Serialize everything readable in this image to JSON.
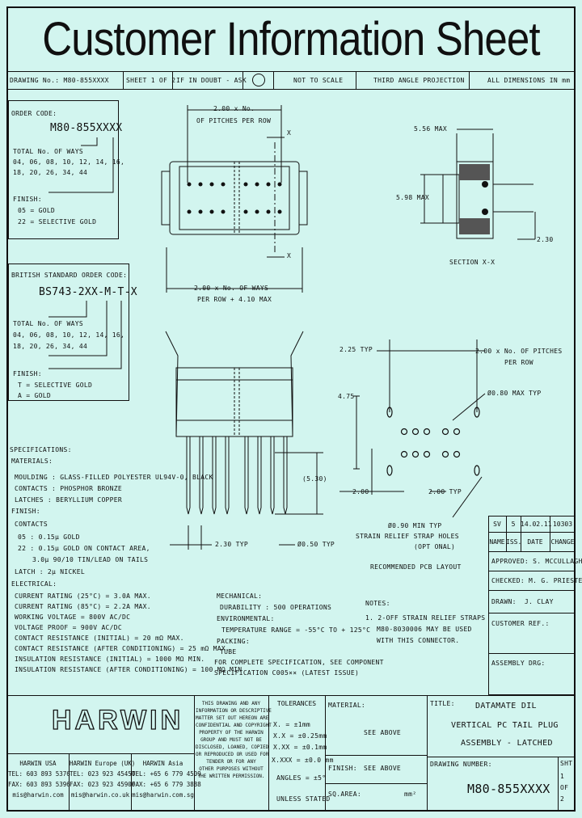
{
  "title": "Customer Information Sheet",
  "header": {
    "drawing_no": "DRAWING No.: M80-855XXXX",
    "sheet": "SHEET 1 OF 2",
    "if_in_doubt": "IF IN DOUBT - ASK",
    "scale": "NOT TO SCALE",
    "projection": "THIRD ANGLE PROJECTION",
    "dimensions": "ALL DIMENSIONS IN mm"
  },
  "order_code": {
    "label": "ORDER CODE:",
    "code": "M80-855XXXX",
    "ways_label": "TOTAL No. OF WAYS",
    "ways_line1": "04, 06, 08, 10, 12, 14, 16,",
    "ways_line2": "18, 20, 26, 34, 44",
    "finish_label": "FINISH:",
    "finish_1": "05 = GOLD",
    "finish_2": "22 = SELECTIVE GOLD"
  },
  "british_code": {
    "label": "BRITISH STANDARD ORDER CODE:",
    "code": "BS743-2XX-M-T-X",
    "ways_label": "TOTAL No. OF WAYS",
    "ways_line1": "04, 06, 08, 10, 12, 14, 16,",
    "ways_line2": "18, 20, 26, 34, 44",
    "finish_label": "FINISH:",
    "finish_1": "T = SELECTIVE GOLD",
    "finish_2": "A = GOLD"
  },
  "dims": {
    "pitches_top_1": "2.00 x No.",
    "pitches_top_2": "OF PITCHES PER ROW",
    "ways_bottom_1": "2.00 x No. OF WAYS",
    "ways_bottom_2": "PER ROW + 4.10 MAX",
    "section_x_top": "X",
    "section_x_bottom": "X",
    "max_556": "5.56 MAX",
    "max_598": "5.98 MAX",
    "dim_230_side": "2.30",
    "section_label": "SECTION X-X",
    "typ_225": "2.25 TYP",
    "pcb_pitches_1": "2.00 x No. OF PITCHES",
    "pcb_pitches_2": "PER ROW",
    "dim_475": "4.75",
    "hole_080": "Ø0.80 MAX TYP",
    "dim_200a": "2.00",
    "dim_200b": "2.00 TYP",
    "hole_090": "Ø0.90 MIN TYP",
    "strap_1": "STRAIN RELIEF STRAP HOLES",
    "strap_2": "(OPT ONAL)",
    "pcb_layout": "RECOMMENDED PCB LAYOUT",
    "dim_530": "(5.30)",
    "dim_230_typ": "2.30 TYP",
    "pin_050": "Ø0.50 TYP"
  },
  "notes": {
    "label": "NOTES:",
    "line1": "1. 2-OFF STRAIN RELIEF STRAPS",
    "line2": "M80-8030006 MAY BE USED",
    "line3": "WITH THIS CONNECTOR."
  },
  "specs": {
    "heading": "SPECIFICATIONS:",
    "material": "MATERIALS:",
    "moulding": "MOULDING : GLASS-FILLED POLYESTER UL94V-0, BLACK",
    "contacts_mat": "CONTACTS : PHOSPHOR BRONZE",
    "latches_mat": "LATCHES : BERYLLIUM COPPER",
    "finish": "FINISH:",
    "contacts_fin": "CONTACTS",
    "f05": "05 : 0.15μ GOLD",
    "f22a": "22 : 0.15μ GOLD ON CONTACT AREA,",
    "f22b": "3.0μ 90/10 TIN/LEAD ON TAILS",
    "latch_fin": "LATCH : 2μ NICKEL",
    "elec": "ELECTRICAL:",
    "e1": "CURRENT RATING (25°C) = 3.0A MAX.",
    "e2": "CURRENT RATING (85°C) = 2.2A MAX.",
    "e3": "WORKING VOLTAGE = 800V AC/DC",
    "e4": "VOLTAGE PROOF = 900V AC/DC",
    "e5": "CONTACT RESISTANCE (INITIAL) = 20 mΩ MAX.",
    "e6": "CONTACT RESISTANCE (AFTER CONDITIONING) = 25 mΩ MAX.",
    "e7": "INSULATION RESISTANCE (INITIAL) = 1000 MΩ MIN.",
    "e8": "INSULATION RESISTANCE (AFTER CONDITIONING) = 100 MΩ MIN",
    "mech": "MECHANICAL:",
    "m1": "DURABILITY : 500 OPERATIONS",
    "env": "ENVIRONMENTAL:",
    "env1": "TEMPERATURE RANGE = -55°C TO + 125°C",
    "pack": "PACKING:",
    "pack1": "TUBE",
    "comp1": "FOR COMPLETE SPECIFICATION, SEE COMPONENT",
    "comp2": "SPECIFICATION C005×× (LATEST ISSUE)"
  },
  "revision": {
    "sv": "SV",
    "iss_no": "5",
    "date_val": "14.02.11",
    "change_no": "10303",
    "name_h": "NAME",
    "iss_h": "ISS.",
    "date_h": "DATE",
    "change_h": "CHANGE",
    "approved": "APPROVED: S. MCCULLAGH",
    "checked": "CHECKED: M. G. PRIESTED",
    "drawn": "DRAWN:  J. CLAY",
    "cust_ref": "CUSTOMER REF.:",
    "assembly": "ASSEMBLY DRG:"
  },
  "footer": {
    "logo": "HARWIN",
    "disclaimer": "THIS DRAWING AND ANY\nINFORMATION OR DESCRIPTIVE\nMATTER SET OUT HEREON ARE\nCONFIDENTIAL AND COPYRIGHT\nPROPERTY OF THE HARWIN\nGROUP AND MUST NOT BE\nDISCLOSED, LOANED, COPIED\nOR REPRODUCED OR USED FOR\nTENDER OR FOR ANY\nOTHER PURPOSES WITHOUT\nTHE WRITTEN PERMISSION.",
    "usa": "HARWIN USA\nTEL: 603 893 5376\nFAX: 603 893 5396\nmis@harwin.com",
    "europe": "HARWIN Europe (UK)\nTEL: 023 923 45450\nFAX: 023 923 45900\nmis@harwin.co.uk",
    "asia": "HARWIN Asia\nTEL: +65 6 779 4509\nFAX: +65 6 779 3888\nmis@harwin.com.sg",
    "tolerances_h": "TOLERANCES",
    "tol1": "X. = ±1mm",
    "tol2": "X.X = ±0.25mm",
    "tol3": "X.XX = ±0.1mm",
    "tol4": "X.XXX = ±0.0 mm",
    "tol5": "ANGLES = ±5°",
    "unless": "UNLESS STATED",
    "material_h": "MATERIAL:",
    "material_v": "SEE ABOVE",
    "finish_h": "FINISH:",
    "finish_v": "SEE ABOVE",
    "sqarea_h": "SQ.AREA:",
    "sqarea_v": "mm²",
    "title_h": "TITLE:",
    "title_1": "DATAMATE DIL",
    "title_2": "VERTICAL PC TAIL PLUG",
    "title_3": "ASSEMBLY - LATCHED",
    "drawing_no_h": "DRAWING NUMBER:",
    "drawing_no_v": "M80-855XXXX",
    "sht": "SHT",
    "sht_v": "1",
    "of": "OF",
    "of_v": "2"
  }
}
